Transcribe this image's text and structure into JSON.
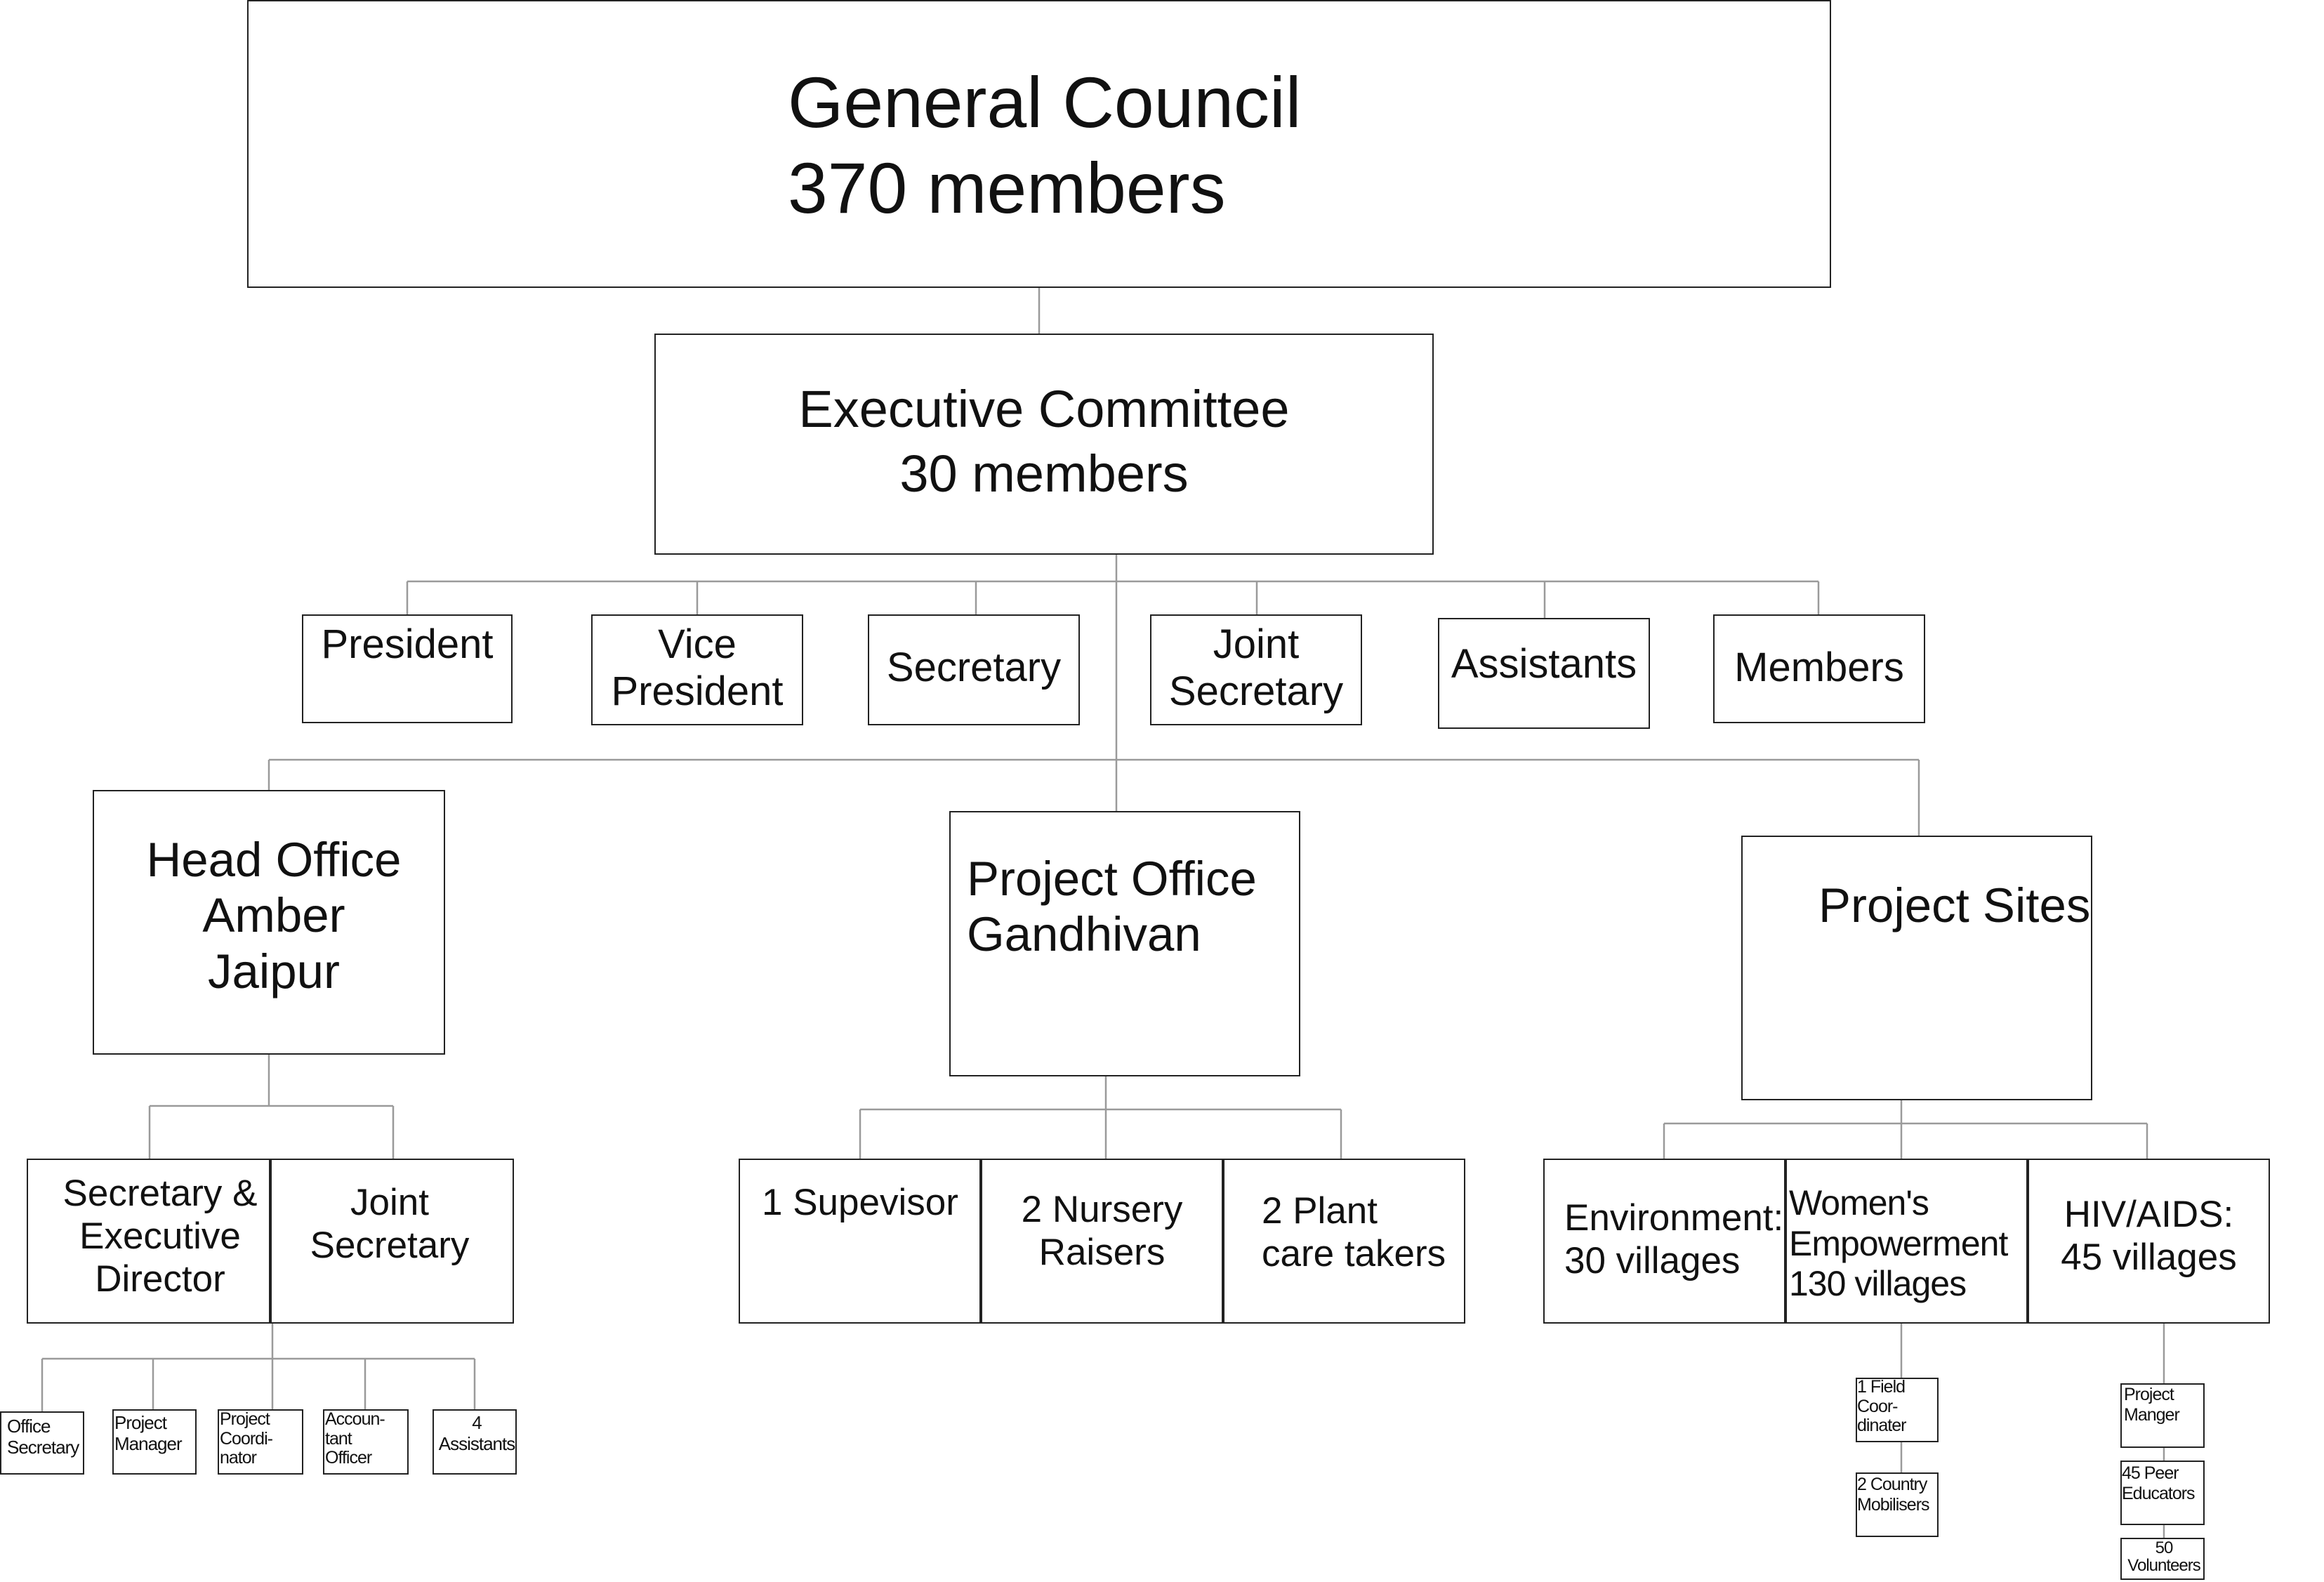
{
  "general_council": {
    "title": "General Council",
    "members": "370 members"
  },
  "executive_committee": {
    "title": "Executive Committee",
    "members": "30 members"
  },
  "officers": {
    "president": "President",
    "vice_president": "Vice\nPresident",
    "secretary": "Secretary",
    "joint_secretary": "Joint\nSecretary",
    "assistants": "Assistants",
    "members": "Members"
  },
  "head_office": {
    "title": "Head Office\nAmber\nJaipur",
    "secretary_exec": "Secretary &\nExecutive\nDirector",
    "joint_secretary": "Joint\nSecretary",
    "staff": {
      "office_secretary": "Office\nSecretary",
      "project_manager": "Project\nManager",
      "project_coordinator": "Project\nCoordi-\nnator",
      "accountant_officer": "Accoun-\ntant\nOfficer",
      "assistants": "4\nAssistants"
    }
  },
  "project_office": {
    "title": "Project Office\nGandhivan",
    "supervisor": "1 Supevisor",
    "nursery_raisers": "2 Nursery\nRaisers",
    "plant_care_takers": "2 Plant\ncare takers"
  },
  "project_sites": {
    "title": "Project Sites",
    "environment": "Environment:\n30 villages",
    "womens_empowerment": "Women's\nEmpowerment\n130 villages",
    "hiv_aids": "HIV/AIDS:\n45 villages",
    "field_coordinater": "1 Field\nCoor-\ndinater",
    "country_mobilisers": "2 Country\nMobilisers",
    "project_manger": "Project\nManger",
    "peer_educators": "45 Peer\nEducators",
    "volunteers": "50\nVolunteers"
  }
}
